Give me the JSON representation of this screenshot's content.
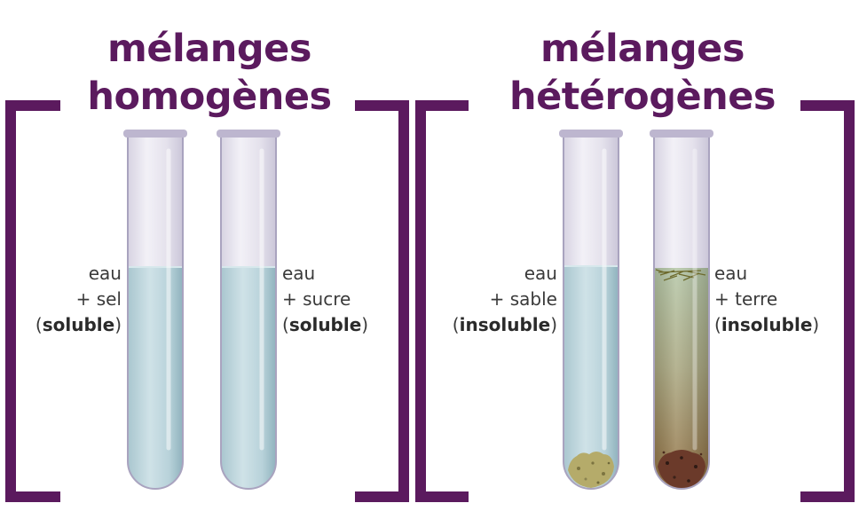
{
  "groups": [
    {
      "title_line1": "mélanges",
      "title_line2": "homogènes",
      "tubes": [
        {
          "line1": "eau",
          "line2": "+ sel",
          "open": "(",
          "state": "soluble",
          "close": ")"
        },
        {
          "line1": "eau",
          "line2": "+ sucre",
          "open": "(",
          "state": "soluble",
          "close": ")"
        }
      ]
    },
    {
      "title_line1": "mélanges",
      "title_line2": "hétérogènes",
      "tubes": [
        {
          "line1": "eau",
          "line2": "+ sable",
          "open": "(",
          "state": "insoluble",
          "close": ")"
        },
        {
          "line1": "eau",
          "line2": "+ terre",
          "open": "(",
          "state": "insoluble",
          "close": ")"
        }
      ]
    }
  ],
  "colors": {
    "bracket": "#5b1a5e",
    "water": "#b9d4dc",
    "muddy_water_top": "#b7c8a8",
    "muddy_water_bottom": "#9a7a45",
    "sand": "#b5ab6a",
    "soil": "#5a3224",
    "glass": "#d6d2e0"
  }
}
